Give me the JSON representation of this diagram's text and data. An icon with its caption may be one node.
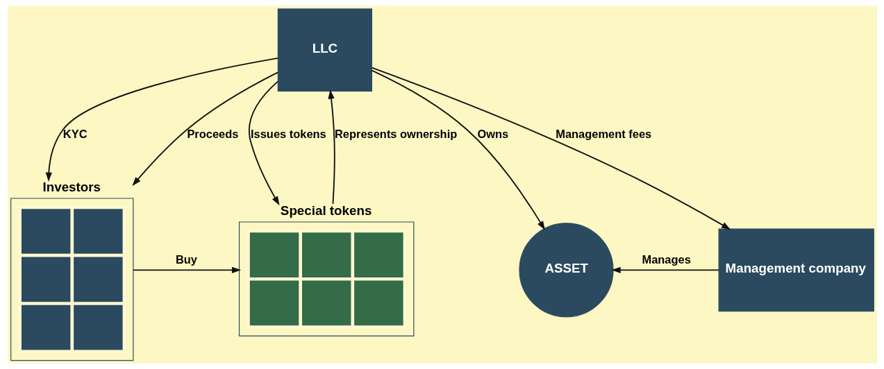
{
  "diagram": {
    "nodes": [
      {
        "text": [
          "LLC"
        ]
      },
      {
        "text": [
          "Investors"
        ]
      },
      {
        "text": [
          "Special tokens"
        ]
      },
      {
        "text": [
          "ASSET"
        ]
      },
      {
        "text": [
          "Management company"
        ]
      }
    ],
    "edges": [
      {
        "from": 0,
        "to": 1,
        "arrow": "to",
        "label": "KYC"
      },
      {
        "from": 0,
        "to": 2,
        "arrow": "to",
        "label": "Issues tokens"
      },
      {
        "from": 2,
        "to": 0,
        "arrow": "to",
        "label": "Represents ownership"
      },
      {
        "from": 0,
        "to": 4,
        "arrow": "to",
        "label": "Management fees"
      },
      {
        "from": 0,
        "to": 3,
        "arrow": "to",
        "label": "Owns"
      },
      {
        "from": 1,
        "to": 2,
        "arrow": "to",
        "label": "Buy"
      },
      {
        "from": 4,
        "to": 3,
        "arrow": "to",
        "label": "Manages"
      },
      {
        "from": 0,
        "to": 1,
        "arrow": "to",
        "label": "Proceeds"
      }
    ]
  }
}
